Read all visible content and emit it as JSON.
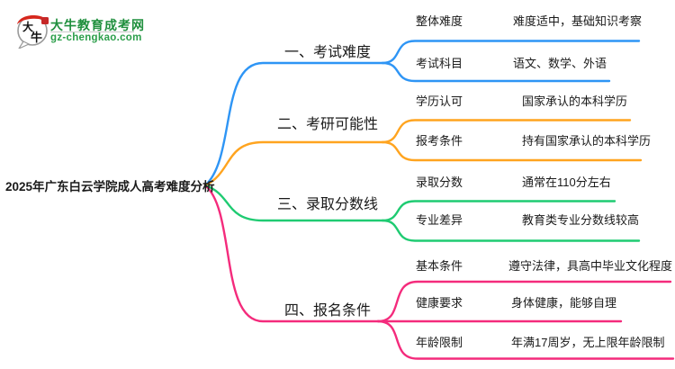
{
  "logo": {
    "icon_char1": "大",
    "icon_char2": "牛",
    "title": "大牛教育成考网",
    "url": "gz-chengkao.com"
  },
  "root": {
    "title": "2025年广东白云学院成人高考难度分析"
  },
  "colors": {
    "branch1": "#2E95F5",
    "branch2": "#FFA41F",
    "branch3": "#1FCB72",
    "bran4_pink": "#F42B7C",
    "branch4": "#F42B7C",
    "logo_green": "#1F8F3D",
    "logo_red": "#D6271D",
    "text": "#1A1A1A"
  },
  "branches": [
    {
      "label": "一、考试难度",
      "color": "#2E95F5",
      "children": [
        {
          "key": "整体难度",
          "value": "难度适中，基础知识考察"
        },
        {
          "key": "考试科目",
          "value": "语文、数学、外语"
        }
      ]
    },
    {
      "label": "二、考研可能性",
      "color": "#FFA41F",
      "children": [
        {
          "key": "学历认可",
          "value": "国家承认的本科学历"
        },
        {
          "key": "报考条件",
          "value": "持有国家承认的本科学历"
        }
      ]
    },
    {
      "label": "三、录取分数线",
      "color": "#1FCB72",
      "children": [
        {
          "key": "录取分数",
          "value": "通常在110分左右"
        },
        {
          "key": "专业差异",
          "value": "教育类专业分数线较高"
        }
      ]
    },
    {
      "label": "四、报名条件",
      "color": "#F42B7C",
      "children": [
        {
          "key": "基本条件",
          "value": "遵守法律，具高中毕业文化程度"
        },
        {
          "key": "健康要求",
          "value": "身体健康，能够自理"
        },
        {
          "key": "年龄限制",
          "value": "年满17周岁，无上限年龄限制"
        }
      ]
    }
  ]
}
